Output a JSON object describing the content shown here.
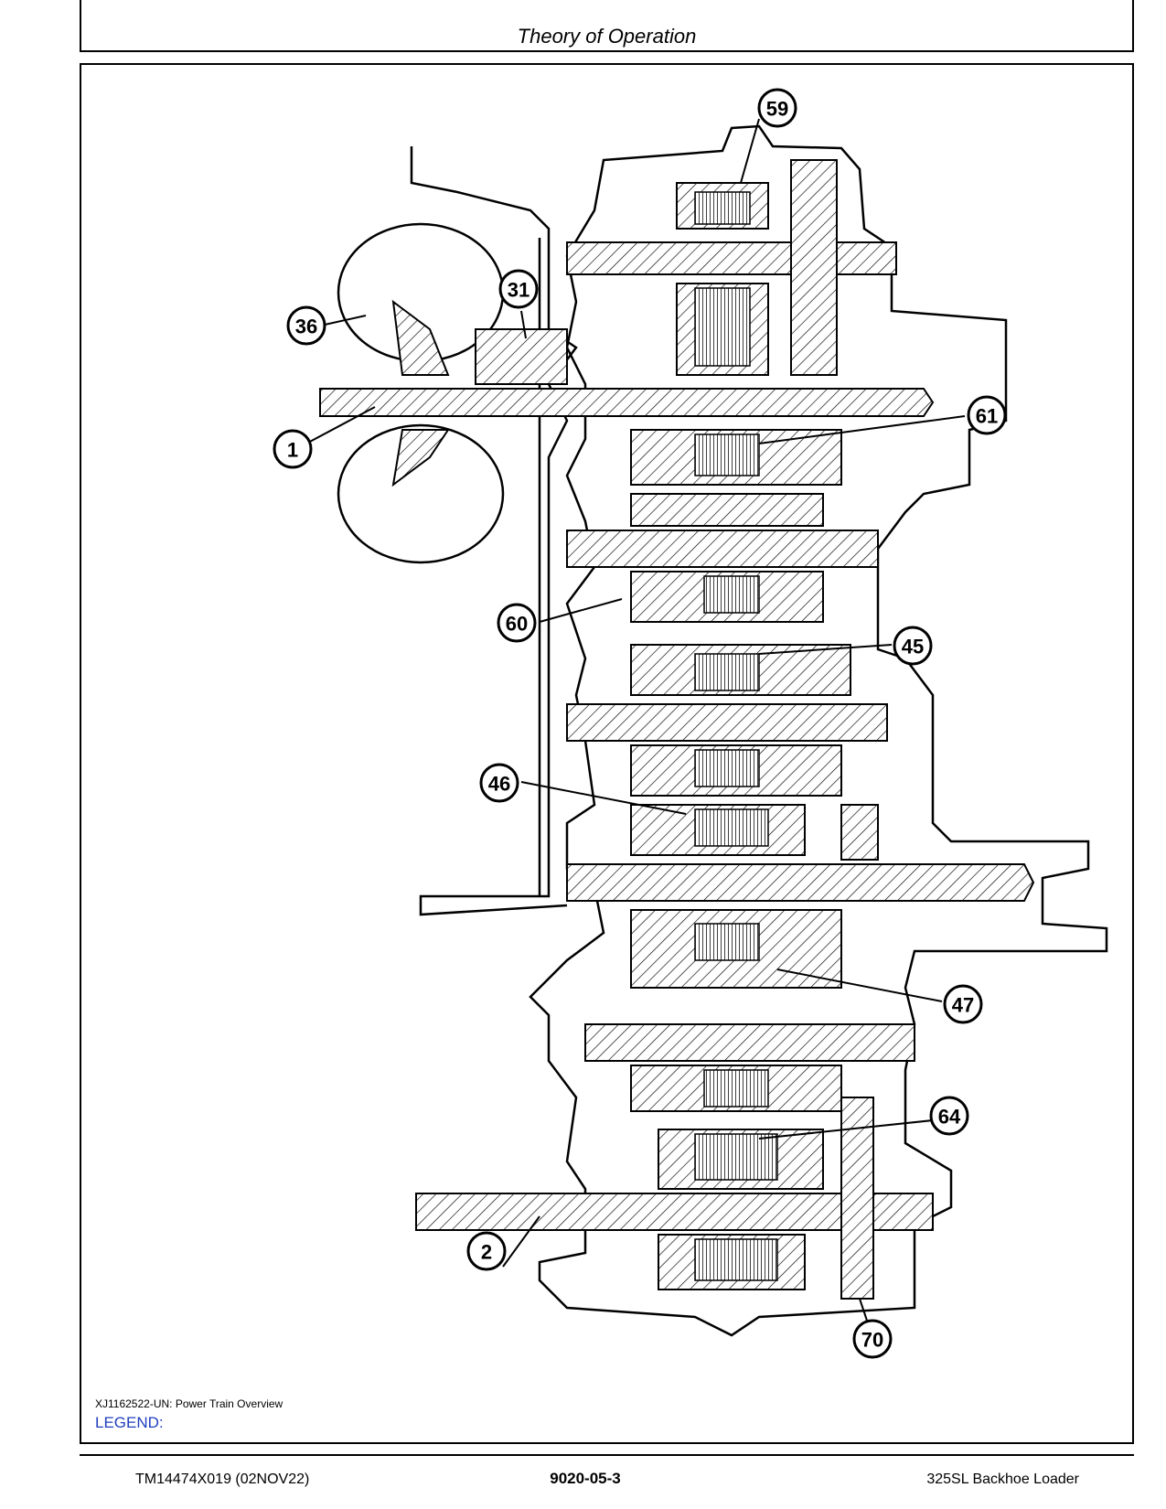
{
  "header": {
    "title": "Theory of Operation"
  },
  "figure": {
    "callouts": [
      {
        "id": "callout-59",
        "label": "59"
      },
      {
        "id": "callout-31",
        "label": "31"
      },
      {
        "id": "callout-36",
        "label": "36"
      },
      {
        "id": "callout-61",
        "label": "61"
      },
      {
        "id": "callout-1",
        "label": "1"
      },
      {
        "id": "callout-60",
        "label": "60"
      },
      {
        "id": "callout-45",
        "label": "45"
      },
      {
        "id": "callout-46",
        "label": "46"
      },
      {
        "id": "callout-47",
        "label": "47"
      },
      {
        "id": "callout-64",
        "label": "64"
      },
      {
        "id": "callout-2",
        "label": "2"
      },
      {
        "id": "callout-70",
        "label": "70"
      }
    ],
    "caption": "XJ1162522-UN: Power Train Overview",
    "legend_label": "LEGEND:"
  },
  "footer": {
    "doc_id": "TM14474X019 (02NOV22)",
    "page": "9020-05-3",
    "product": "325SL Backhoe Loader"
  }
}
